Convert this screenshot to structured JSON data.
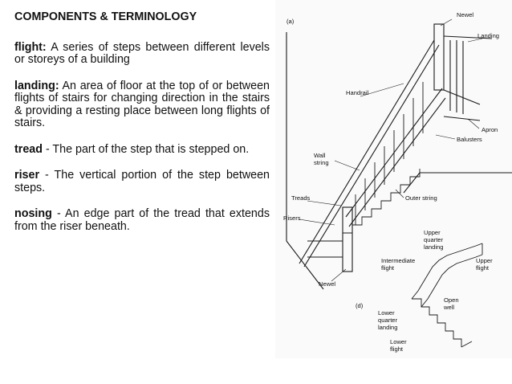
{
  "heading": "COMPONENTS & TERMINOLOGY",
  "terms": [
    {
      "term": "flight:",
      "definition": " A series of steps between different levels or storeys of a building"
    },
    {
      "term": "landing:",
      "definition": " An area of floor at the top of or between flights of stairs for changing direction in the stairs & providing a resting place between long flights of stairs."
    },
    {
      "term": "tread",
      "definition": " - The part of the step that is stepped on."
    },
    {
      "term": "riser",
      "definition": " - The vertical portion of the step between steps."
    },
    {
      "term": "nosing",
      "definition": " - An edge part of the tread that extends from the riser beneath."
    }
  ],
  "figure": {
    "label_a": "(a)",
    "label_d": "(d)",
    "newel_top": "Newel",
    "landing": "Landing",
    "handrail": "Handrail",
    "apron": "Apron",
    "balusters": "Balusters",
    "wall_string_1": "Wall",
    "wall_string_2": "string",
    "treads": "Treads",
    "outer_string": "Outer string",
    "risers": "Risers",
    "newel_bottom": "Newel",
    "upper_quarter_landing_1": "Upper",
    "upper_quarter_landing_2": "quarter",
    "upper_quarter_landing_3": "landing",
    "intermediate_flight_1": "Intermediate",
    "intermediate_flight_2": "flight",
    "upper_flight_1": "Upper",
    "upper_flight_2": "flight",
    "open_well_1": "Open",
    "open_well_2": "well",
    "lower_quarter_landing_1": "Lower",
    "lower_quarter_landing_2": "quarter",
    "lower_quarter_landing_3": "landing",
    "lower_flight_1": "Lower",
    "lower_flight_2": "flight"
  }
}
